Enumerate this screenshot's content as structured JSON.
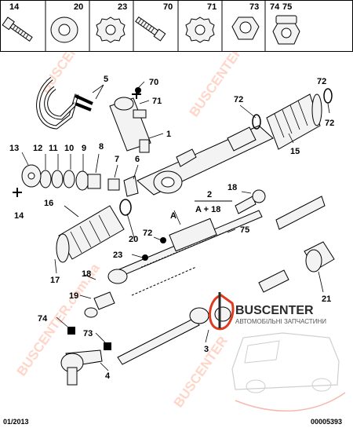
{
  "header_parts": [
    {
      "label": "14",
      "icon": "bolt-icon"
    },
    {
      "label": "20",
      "icon": "washer-icon"
    },
    {
      "label": "23",
      "icon": "serrated-washer-icon"
    },
    {
      "label": "70",
      "icon": "bolt-icon"
    },
    {
      "label": "71",
      "icon": "serrated-washer-icon"
    },
    {
      "label": "73",
      "icon": "hex-nut-icon"
    },
    {
      "label": "74",
      "icon": "lock-nut-icon"
    },
    {
      "label": "75",
      "icon": "lock-nut-icon"
    }
  ],
  "callouts": {
    "c1": "1",
    "c2": "2",
    "c2b": "A + 18",
    "c3": "3",
    "c4": "4",
    "c5": "5",
    "c6": "6",
    "c7": "7",
    "c8": "8",
    "c9": "9",
    "c10": "10",
    "c11": "11",
    "c12": "12",
    "c13": "13",
    "c14": "14",
    "c15": "15",
    "c16": "16",
    "c17": "17",
    "c18a": "18",
    "c18b": "18",
    "c19": "19",
    "c20": "20",
    "c21": "21",
    "c23": "23",
    "cA": "A",
    "c70": "70",
    "c71": "71",
    "c72a": "72",
    "c72b": "72",
    "c72c": "72",
    "c73": "73",
    "c74": "74",
    "c75": "75"
  },
  "watermark": {
    "text_a": "BUSCENTER.com.ua",
    "text_b": "BUSCENTER",
    "text_c": "BUSCENTER.com.ua",
    "text_d": "BUSCENTER"
  },
  "logo": {
    "name": "BUSCENTER",
    "tagline": "АВТОМОБІЛЬНІ ЗАПЧАСТИНИ",
    "accent": "#e03a1e"
  },
  "footer": {
    "date": "01/2013",
    "code": "00005393"
  }
}
